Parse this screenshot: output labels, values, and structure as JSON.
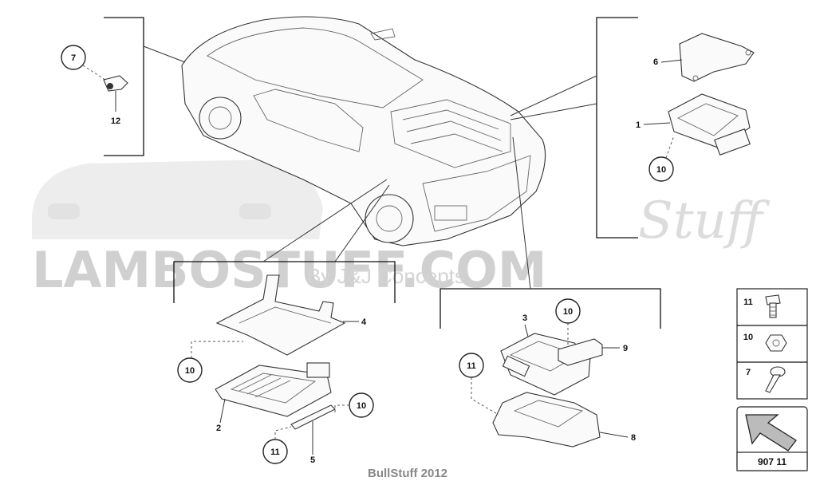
{
  "watermark": {
    "brand": "LAMBOSTUFF.COM",
    "script": "Stuff",
    "tagline": "By J&J Concepts"
  },
  "callouts": {
    "c7_top": "7",
    "p12": "12",
    "p6": "6",
    "p1": "1",
    "c10_right": "10",
    "p4": "4",
    "c10_left": "10",
    "p2": "2",
    "c10_lower": "10",
    "c11_lower": "11",
    "p5": "5",
    "p3": "3",
    "c10_mid": "10",
    "p9": "9",
    "c11_mid": "11",
    "p8": "8"
  },
  "legend": {
    "items": [
      {
        "number": "11",
        "icon": "bolt-icon"
      },
      {
        "number": "10",
        "icon": "nut-icon"
      },
      {
        "number": "7",
        "icon": "screw-icon"
      }
    ]
  },
  "reference": {
    "code": "907 11",
    "icon": "arrow-icon"
  },
  "footer": {
    "text": "BullStuff 2012"
  }
}
